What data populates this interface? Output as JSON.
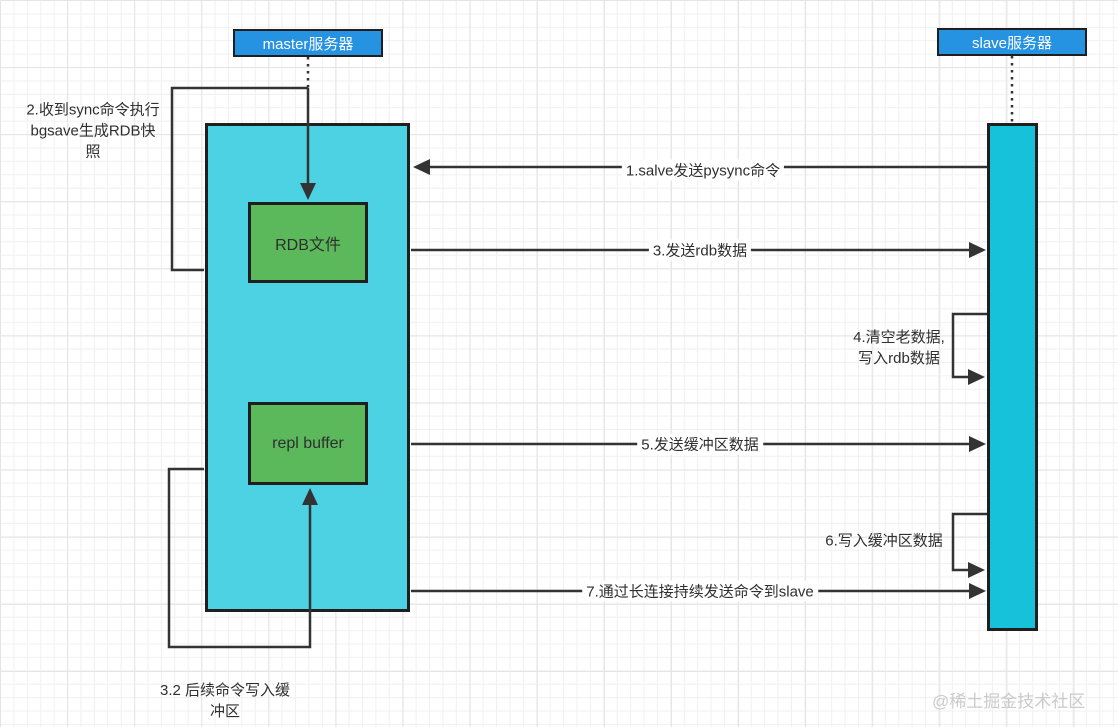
{
  "diagram": {
    "master_title": "master服务器",
    "slave_title": "slave服务器",
    "rdb_box": "RDB文件",
    "repl_box": "repl buffer"
  },
  "messages": {
    "msg1": "1.salve发送pysync命令",
    "msg3": "3.发送rdb数据",
    "msg4_line1": "4.清空老数据,",
    "msg4_line2": "写入rdb数据",
    "msg5": "5.发送缓冲区数据",
    "msg6": "6.写入缓冲区数据",
    "msg7": "7.通过长连接持续发送命令到slave"
  },
  "annotations": {
    "note2_line1": "2.收到sync命令执行",
    "note2_line2": "bgsave生成RDB快",
    "note2_line3": "照",
    "note32_line1": "3.2 后续命令写入缓",
    "note32_line2": "冲区"
  },
  "watermark": "@稀土掘金技术社区",
  "colors": {
    "title_box_blue": "#2592e2",
    "master_activation_cyan": "#4dd2e4",
    "slave_activation_cyan": "#16c2d9",
    "inner_box_green": "#5bb95c",
    "line_dark": "#333333",
    "border_dark": "#1f1f1f",
    "watermark_gray": "#cbcbcb",
    "grid_gray": "#f0f0f0"
  }
}
